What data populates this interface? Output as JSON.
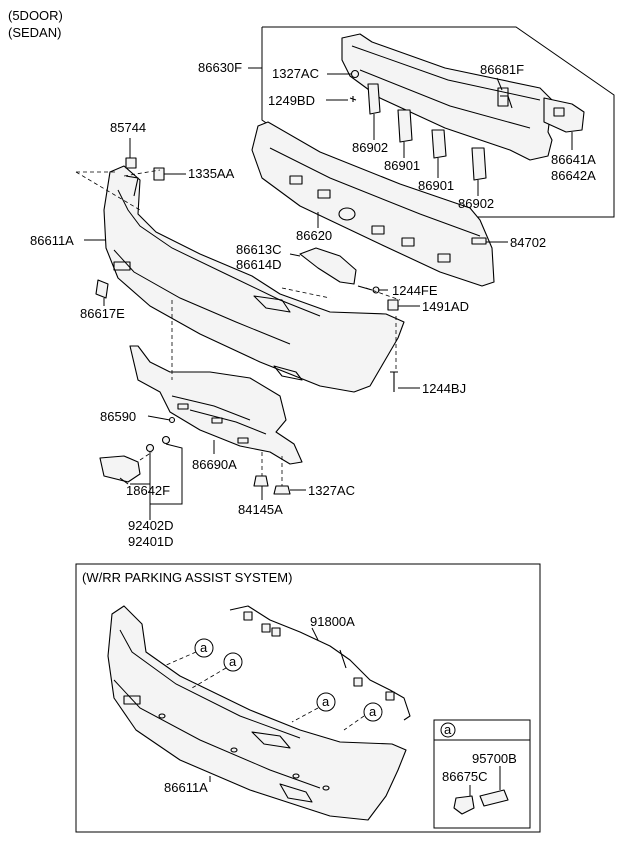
{
  "header": {
    "line1": "(5DOOR)",
    "line2": "(SEDAN)"
  },
  "main_labels": {
    "p86630F": "86630F",
    "p1327AC_top": "1327AC",
    "p1249BD": "1249BD",
    "p86681F": "86681F",
    "p86902_a": "86902",
    "p86901_a": "86901",
    "p86901_b": "86901",
    "p86902_b": "86902",
    "p86641A": "86641A",
    "p86642A": "86642A",
    "p85744": "85744",
    "p1335AA": "1335AA",
    "p86620": "86620",
    "p84702": "84702",
    "p86611A": "86611A",
    "p86613C": "86613C",
    "p86614D": "86614D",
    "p1244FE": "1244FE",
    "p1491AD": "1491AD",
    "p86617E": "86617E",
    "p1244BJ": "1244BJ",
    "p86590": "86590",
    "p86690A": "86690A",
    "p18642F": "18642F",
    "p1327AC_bottom": "1327AC",
    "p84145A": "84145A",
    "p92402D": "92402D",
    "p92401D": "92401D"
  },
  "parking_assist": {
    "title": "(W/RR PARKING ASSIST SYSTEM)",
    "p91800A": "91800A",
    "p86611A": "86611A",
    "callout_letter": "a",
    "inset_letter": "a",
    "p95700B": "95700B",
    "p86675C": "86675C"
  }
}
